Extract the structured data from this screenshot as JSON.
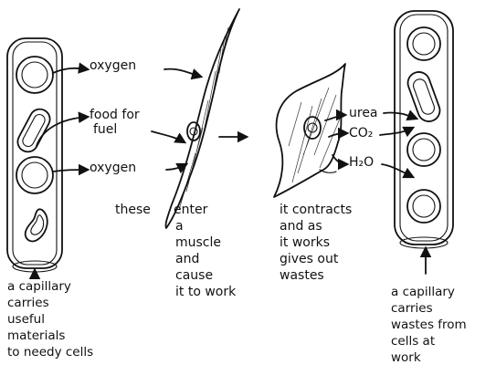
{
  "left": {
    "materials": [
      "oxygen",
      "food for",
      "fuel",
      "oxygen"
    ],
    "caption": [
      "a capillary",
      "carries",
      "useful",
      "materials",
      "to needy cells"
    ]
  },
  "middle_text": {
    "left_part": "these",
    "right_part": [
      "enter",
      "a",
      "muscle",
      "and",
      "cause",
      "it to work"
    ]
  },
  "right_muscle_caption": [
    "it contracts",
    "and as",
    "it works",
    "gives out",
    "wastes"
  ],
  "wastes": {
    "urea": "urea",
    "co2": "CO₂",
    "h2o": "H₂O"
  },
  "right": {
    "caption": [
      "a capillary",
      "carries",
      "wastes from",
      "cells at",
      "work"
    ]
  }
}
